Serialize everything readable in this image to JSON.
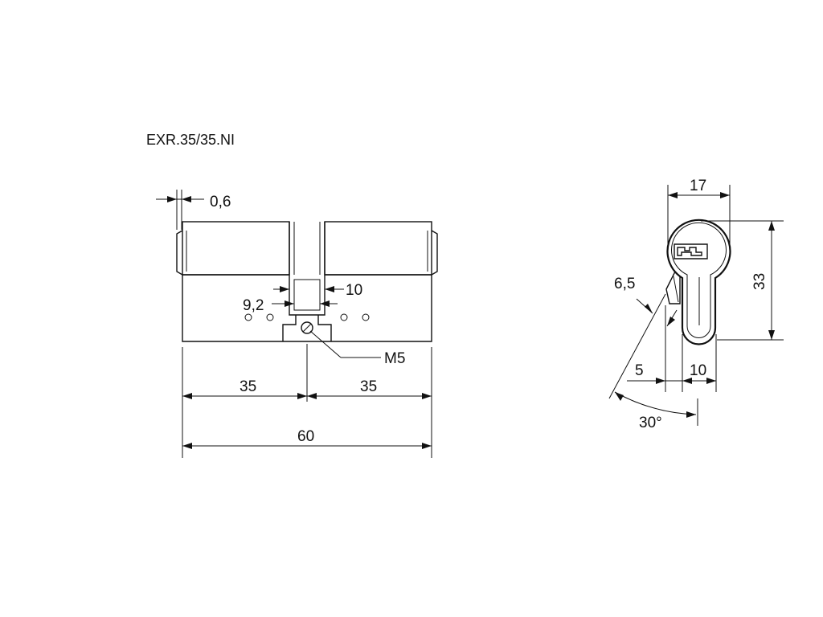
{
  "title": "EXR.35/35.NI",
  "front_view": {
    "dim_cam_offset": "0,6",
    "dim_cam_outer": "10",
    "dim_cam_inner": "9,2",
    "dim_screw": "M5",
    "dim_left_half": "35",
    "dim_right_half": "35",
    "dim_total": "60"
  },
  "side_view": {
    "dim_width": "17",
    "dim_height": "33",
    "dim_cam_thickness": "6,5",
    "dim_offset": "5",
    "dim_lower_width": "10",
    "dim_angle": "30°"
  }
}
